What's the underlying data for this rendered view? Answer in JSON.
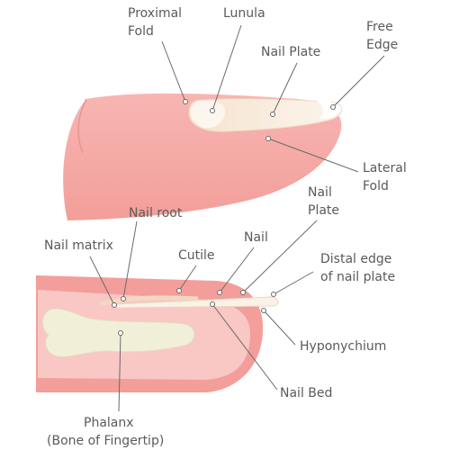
{
  "top_view": {
    "proximal_fold": [
      "Proximal",
      "Fold"
    ],
    "lunula": "Lunula",
    "nail_plate": "Nail Plate",
    "free_edge": [
      "Free",
      "Edge"
    ],
    "lateral_fold": [
      "Lateral",
      "Fold"
    ]
  },
  "section_view": {
    "nail_root": "Nail root",
    "nail_top": [
      "Nail",
      "Plate"
    ],
    "nail_matrix": "Nail matrix",
    "cuticle": "Cutile",
    "nail": "Nail",
    "distal_edge": [
      "Distal edge",
      "of nail plate"
    ],
    "hyponychium": "Hyponychium",
    "nail_bed": "Nail Bed",
    "phalanx": [
      "Phalanx",
      "(Bone of Fingertip)"
    ]
  },
  "colors": {
    "skin": "#f4a7a4",
    "skin_light": "#fbd0cd",
    "nail": "#f8eee2",
    "bone": "#f2efd9",
    "line": "#6a6a6a",
    "text": "#5a5a5a"
  }
}
